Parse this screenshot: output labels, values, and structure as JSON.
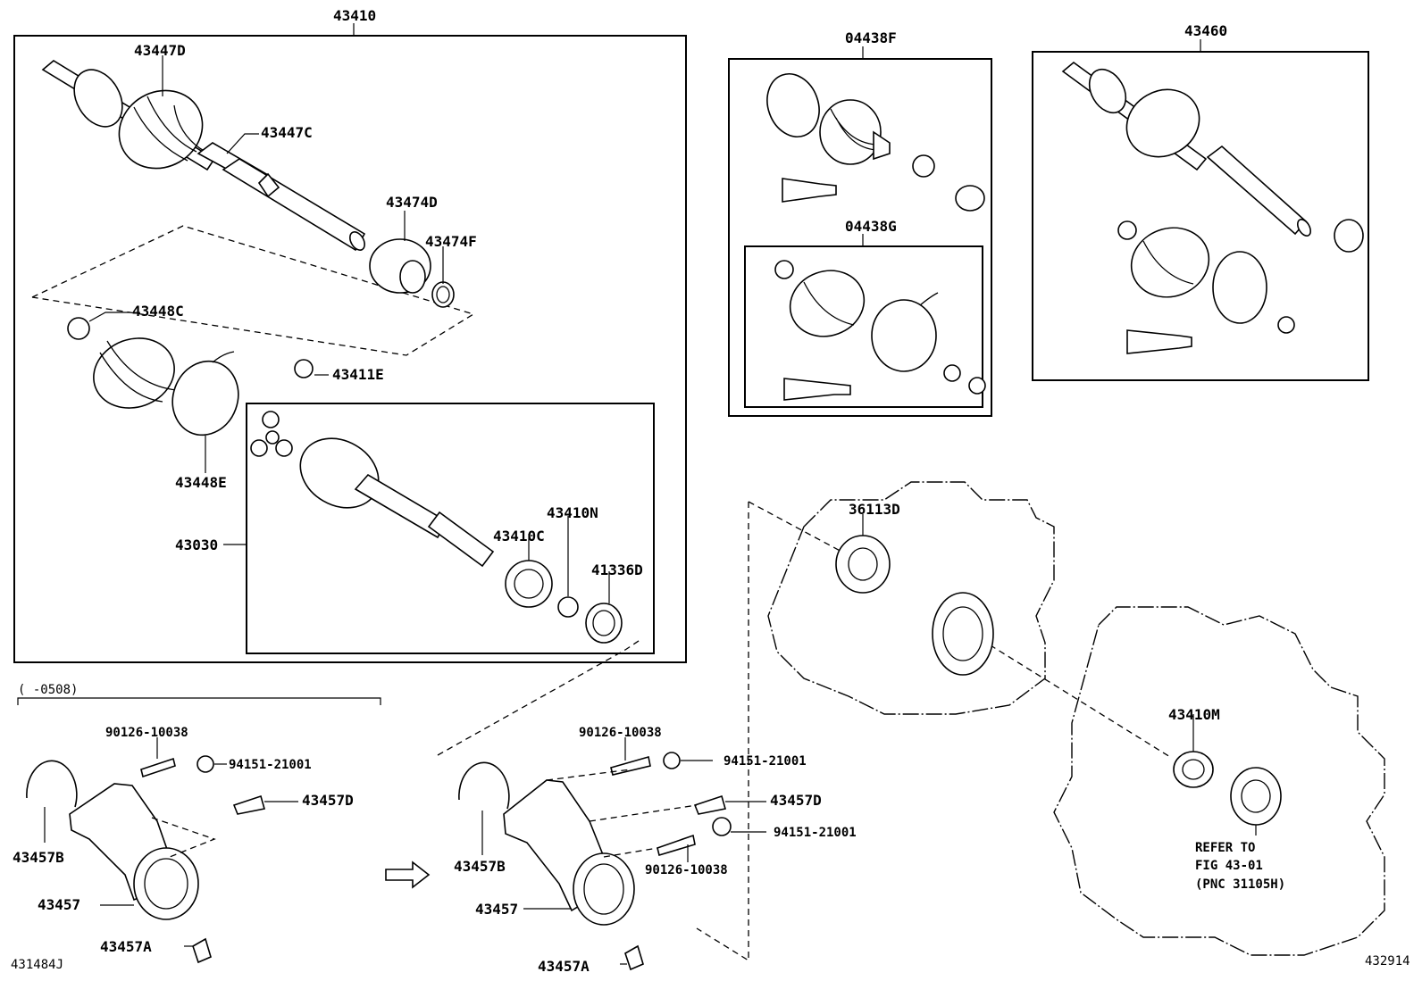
{
  "labels": {
    "assy_front": "43410",
    "outboard_joint": "43447D",
    "boot_clamp_c": "43447C",
    "dynamic_damper": "43474D",
    "damper_clamp": "43474F",
    "clamp_c": "43448C",
    "clamp_e": "43448E",
    "snap_ring_e": "43411E",
    "inboard_joint": "43030",
    "bearing_c": "43410C",
    "snap_ring_n": "43410N",
    "oil_seal": "41336D",
    "boot_kit_f": "04438F",
    "boot_kit_g": "04438G",
    "assy_rear": "43460",
    "seal_36113d": "36113D",
    "seal_43410m": "43410M",
    "date_range": "(      -0508)",
    "bolt_left": "90126-10038",
    "nut_left": "94151-21001",
    "bolt_d_left": "43457D",
    "ring_b_left": "43457B",
    "bracket_left": "43457",
    "bolt_a_left": "43457A",
    "bolt_center_top": "90126-10038",
    "nut_center_top": "94151-21001",
    "bolt_d_center": "43457D",
    "nut_center_mid": "94151-21001",
    "ring_b_center": "43457B",
    "bolt_center_mid": "90126-10038",
    "bracket_center": "43457",
    "bolt_a_center": "43457A",
    "refer_line1": "REFER TO",
    "refer_line2": "FIG 43-01",
    "refer_line3": "(PNC 31105H)",
    "code_left": "431484J",
    "code_right": "432914"
  }
}
